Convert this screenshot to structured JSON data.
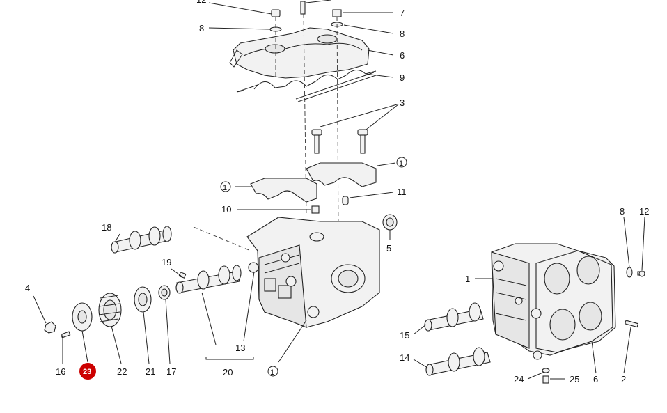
{
  "diagram": {
    "highlight_color": "#cc0000",
    "line_color": "#222222",
    "background": "#ffffff",
    "labels": {
      "l12a": "12",
      "l8a": "8",
      "l7": "7",
      "l8b": "8",
      "l6a": "6",
      "l9": "9",
      "l3": "3",
      "c1a": "1",
      "c1b": "1",
      "l11": "11",
      "l10": "10",
      "l18": "18",
      "l5": "5",
      "l19": "19",
      "l4": "4",
      "l13": "13",
      "l20": "20",
      "c1c": "1",
      "l16": "16",
      "l23": "23",
      "l22": "22",
      "l21": "21",
      "l17": "17",
      "l8c": "8",
      "l12b": "12",
      "l1": "1",
      "l15": "15",
      "l14": "14",
      "l24": "24",
      "l25": "25",
      "l6b": "6",
      "l2": "2"
    }
  }
}
